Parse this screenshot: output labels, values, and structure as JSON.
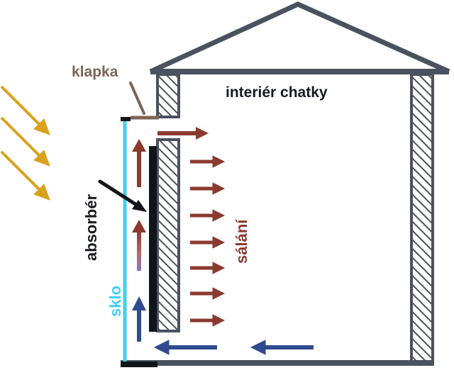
{
  "labels": {
    "flap": "klapka",
    "interior": "interiér chatky",
    "absorber": "absorbér",
    "radiation": "sálání",
    "glass": "sklo"
  },
  "colors": {
    "wall": "#4a5260",
    "sun": "#d9a21b",
    "flap": "#7b6555",
    "warm": "#8b3a2f",
    "cold": "#2f4b8f",
    "glass": "#3fd0f0",
    "absorber": "#111418",
    "label_dark": "#161a22"
  }
}
